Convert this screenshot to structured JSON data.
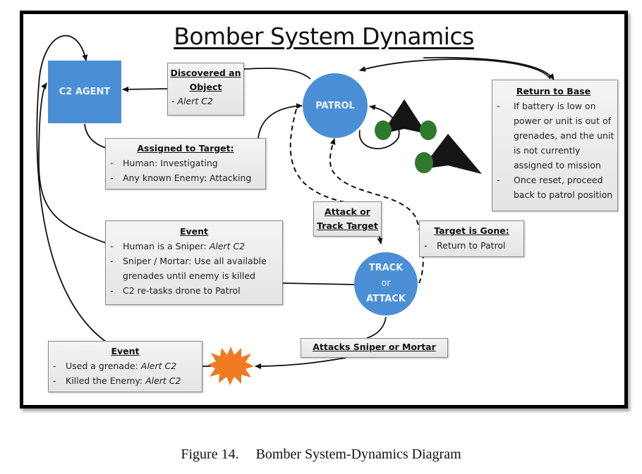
{
  "title": "Bomber System Dynamics",
  "nodes": {
    "c2_agent": "C2 AGENT",
    "patrol": "PATROL",
    "track_attack": [
      "TRACK",
      "or",
      "ATTACK"
    ]
  },
  "boxes": {
    "discovered": {
      "heading": "Discovered an Object",
      "heading_lines": [
        "Discovered an",
        "Object"
      ],
      "item": "- Alert C2"
    },
    "assigned": {
      "heading": "Assigned to Target:",
      "items": [
        "Human: Investigating",
        "Any known Enemy: Attacking"
      ]
    },
    "return_base": {
      "heading": "Return to Base",
      "items": [
        "If battery is low on power or unit is out of grenades, and the unit is not currently assigned to mission",
        "Once reset, proceed back to patrol position"
      ]
    },
    "event_sniper": {
      "heading": "Event",
      "items": [
        {
          "text": "Human is a Sniper: ",
          "italic": "Alert C2"
        },
        {
          "text": "Sniper / Mortar: Use all available grenades until enemy is killed",
          "italic": ""
        },
        {
          "text": "C2 re-tasks drone to Patrol",
          "italic": ""
        }
      ]
    },
    "attack_track": {
      "heading_lines": [
        "Attack or",
        "Track Target"
      ]
    },
    "target_gone": {
      "heading": "Target is Gone:",
      "items": [
        "Return to Patrol"
      ]
    },
    "attacks_sniper": {
      "heading": "Attacks Sniper or Mortar"
    },
    "event_grenade": {
      "heading": "Event",
      "items": [
        {
          "text": "Used a grenade: ",
          "italic": "Alert C2"
        },
        {
          "text": "Killed the Enemy: ",
          "italic": "Alert C2"
        }
      ]
    }
  },
  "icons": {
    "drone": "bomber-drone-with-grenades",
    "explosion": "explosion-burst"
  },
  "colors": {
    "node_blue": "#4a8fd6",
    "explosion_orange": "#f07a22",
    "grenade_green": "#2f7a2a"
  },
  "caption": {
    "label": "Figure 14.",
    "text": "Bomber System-Dynamics Diagram"
  }
}
